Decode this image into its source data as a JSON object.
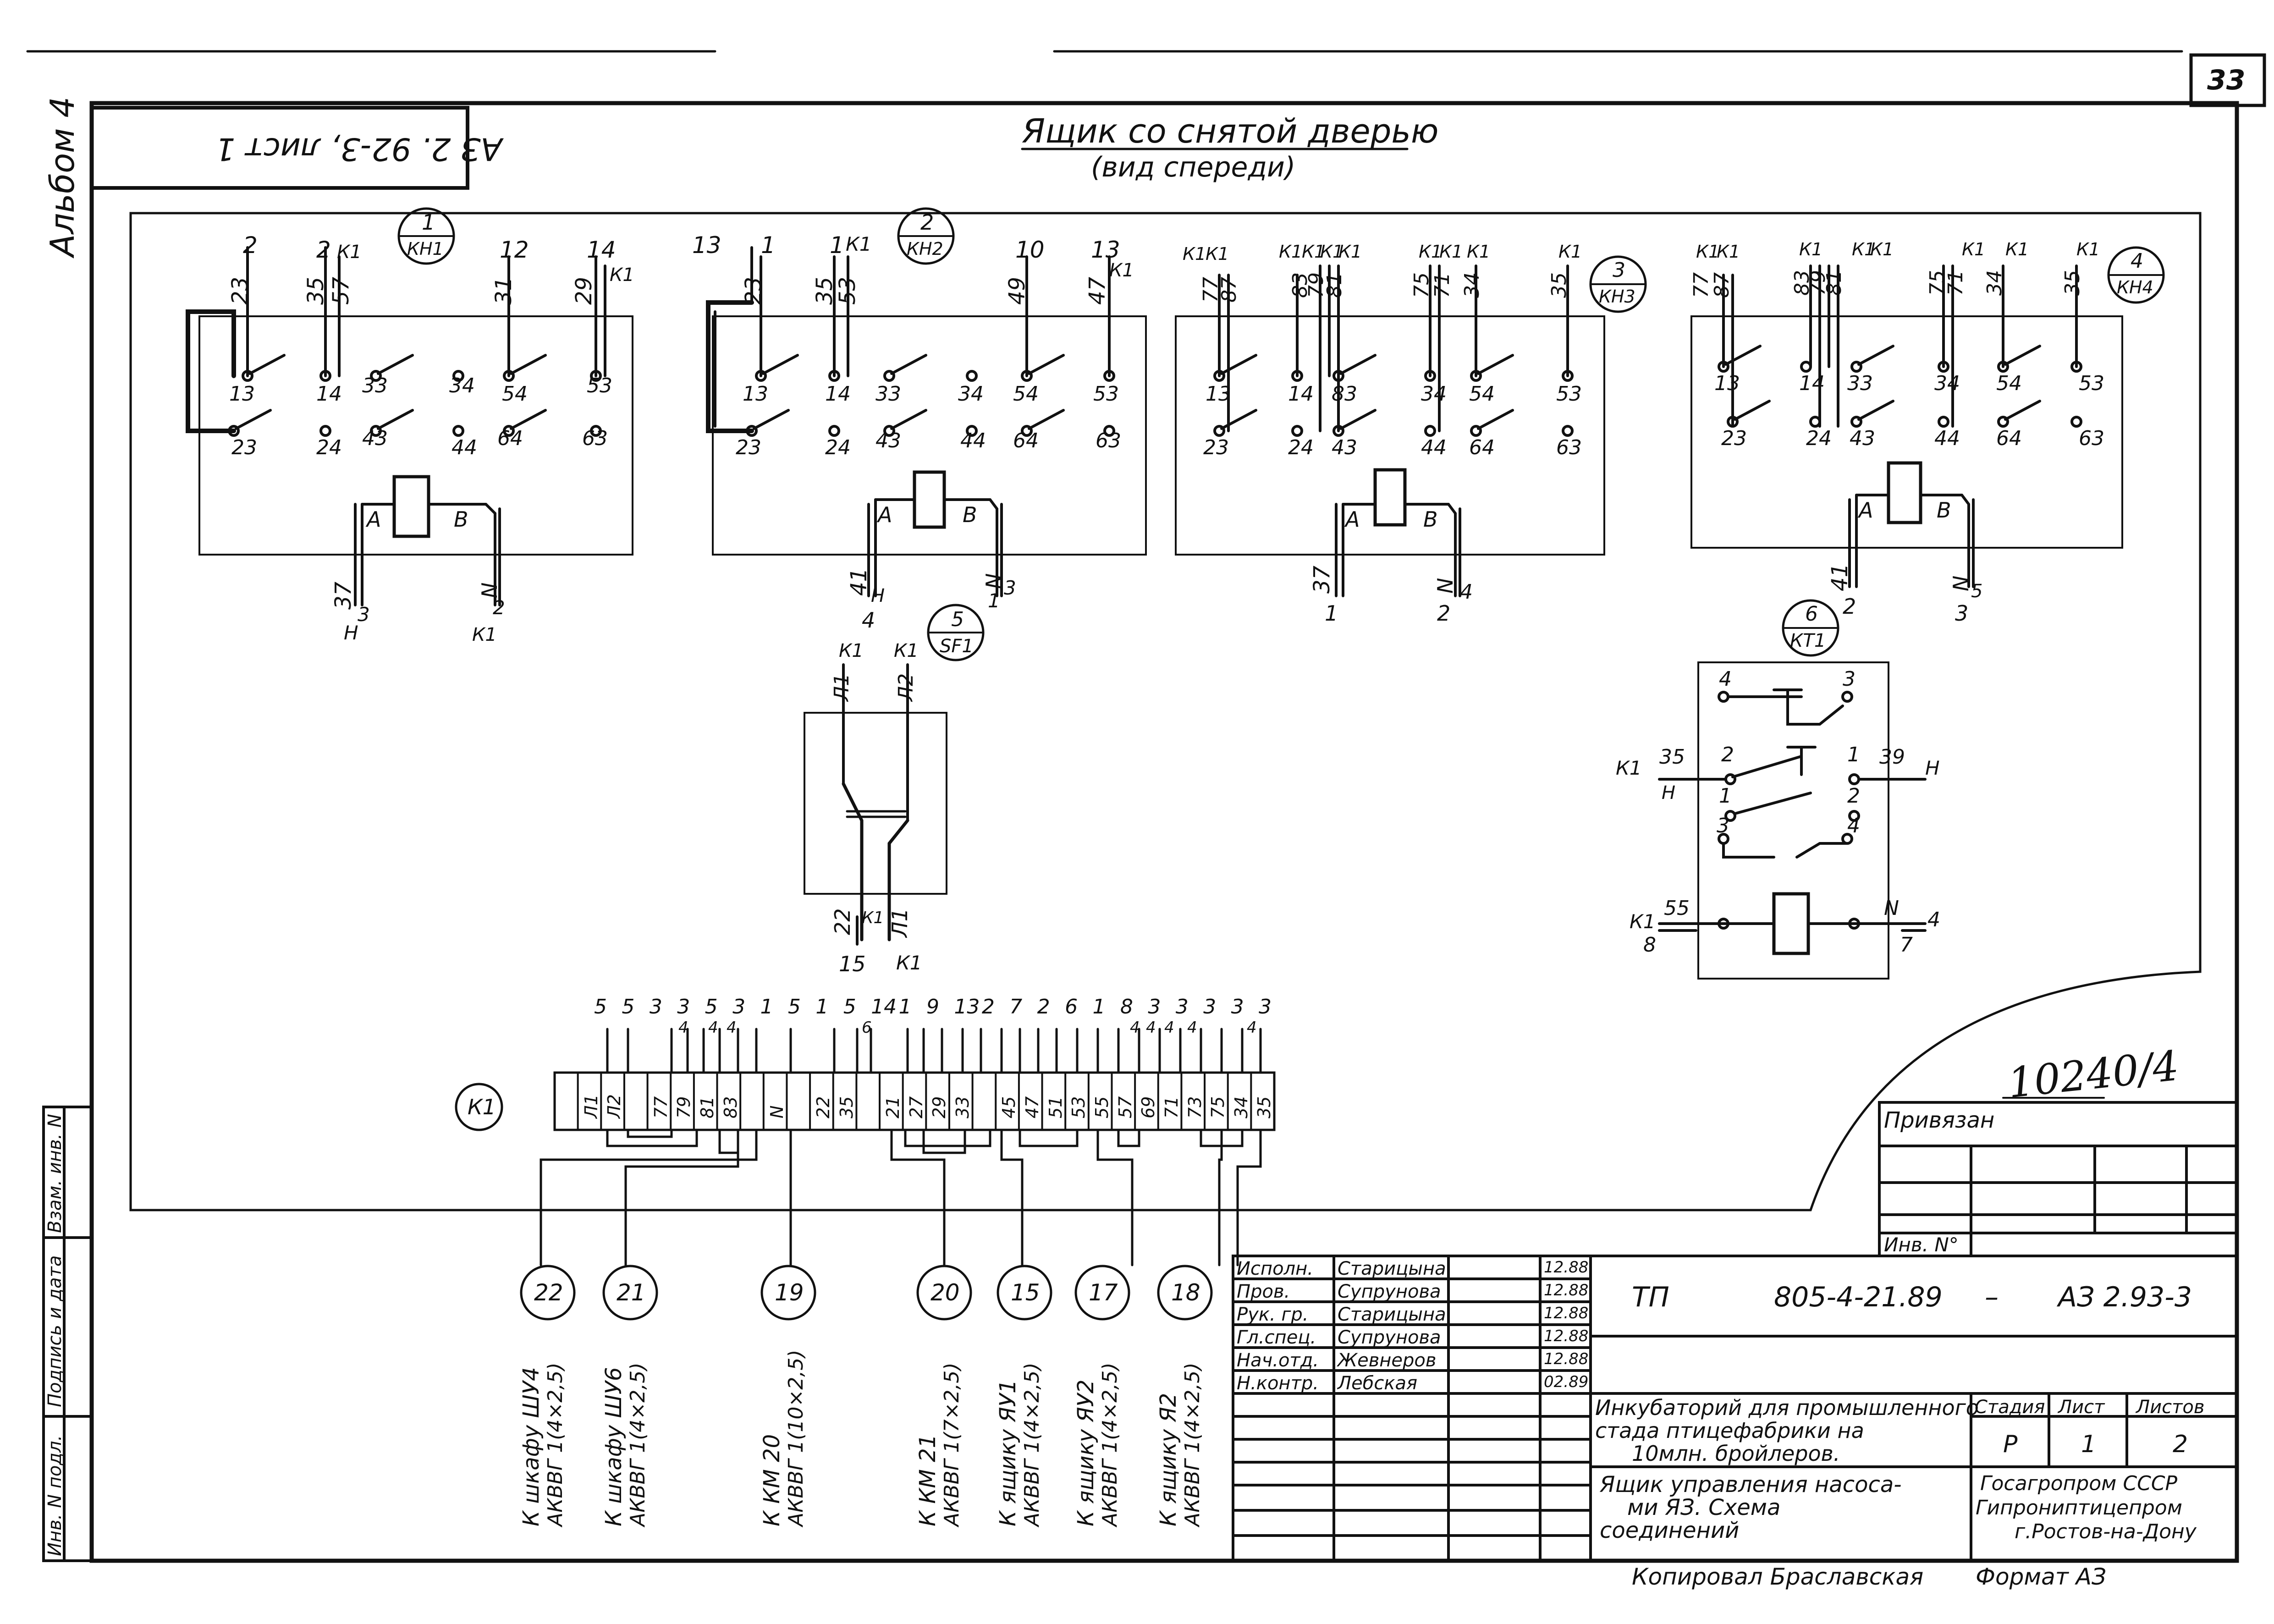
{
  "page_number": "33",
  "album": "Альбом 4",
  "sheet_ref_box": "АЗ 2. 92-3, лист 1",
  "title": {
    "line1": "Ящик со снятой дверью",
    "line2": "(вид спереди)"
  },
  "contactors": [
    {
      "id": "1",
      "name": "КН1",
      "top_wires": [
        "2",
        "2",
        "К1",
        "12",
        "14",
        "К1"
      ],
      "top_nums": [
        "23",
        "35",
        "57",
        "31",
        "29"
      ],
      "contacts_upper": [
        "13",
        "14",
        "33",
        "34",
        "54",
        "53"
      ],
      "contacts_lower": [
        "23",
        "24",
        "43",
        "44",
        "64",
        "63"
      ],
      "coil": [
        "А",
        "В"
      ],
      "bottom": [
        "37",
        "3",
        "Н",
        "N",
        "2",
        "К1"
      ]
    },
    {
      "id": "2",
      "name": "КН2",
      "top_wires": [
        "13",
        "1",
        "1",
        "К1",
        "10",
        "13",
        "К1"
      ],
      "top_nums": [
        "23",
        "35",
        "53",
        "49",
        "47"
      ],
      "contacts_upper": [
        "13",
        "14",
        "33",
        "34",
        "54",
        "53"
      ],
      "contacts_lower": [
        "23",
        "24",
        "43",
        "44",
        "64",
        "63"
      ],
      "coil": [
        "А",
        "В"
      ],
      "bottom": [
        "41",
        "Н",
        "4",
        "N",
        "1",
        "3"
      ]
    },
    {
      "id": "3",
      "name": "КН3",
      "top_wires": [
        "К1",
        "К1",
        "К1",
        "К1",
        "К1",
        "К1",
        "К1",
        "К1",
        "К1",
        "К1"
      ],
      "top_nums": [
        "77",
        "87",
        "83",
        "79",
        "81",
        "75",
        "71",
        "34",
        "35"
      ],
      "contacts_upper": [
        "13",
        "14",
        "83",
        "34",
        "54",
        "53"
      ],
      "contacts_lower": [
        "23",
        "24",
        "43",
        "44",
        "64",
        "63"
      ],
      "coil": [
        "А",
        "В"
      ],
      "bottom": [
        "37",
        "1",
        "N",
        "4",
        "2"
      ]
    },
    {
      "id": "4",
      "name": "КН4",
      "top_wires": [
        "К1",
        "К1",
        "К1",
        "К1",
        "К1",
        "К1",
        "К1",
        "К1"
      ],
      "top_nums": [
        "77",
        "87",
        "83",
        "79",
        "81",
        "75",
        "71",
        "34",
        "35"
      ],
      "contacts_upper": [
        "13",
        "14",
        "33",
        "34",
        "54",
        "53"
      ],
      "contacts_lower": [
        "23",
        "24",
        "43",
        "44",
        "64",
        "63"
      ],
      "coil": [
        "А",
        "В"
      ],
      "bottom": [
        "41",
        "2",
        "N",
        "3",
        "5"
      ]
    }
  ],
  "breaker": {
    "id": "5",
    "name": "SF1",
    "top": [
      "К1",
      "К1",
      "Л1",
      "Л2"
    ],
    "bottom": [
      "22",
      "К1",
      "Л1",
      "15",
      "К1"
    ]
  },
  "relay": {
    "id": "6",
    "name": "КТ1",
    "pins": [
      "4",
      "3",
      "2",
      "1",
      "1",
      "2",
      "3",
      "4"
    ],
    "left_wires": [
      "К1",
      "35",
      "Н",
      "К1",
      "55",
      "8"
    ],
    "right_wires": [
      "39",
      "Н",
      "N",
      "4",
      "7"
    ]
  },
  "terminal_block": {
    "label": "К1",
    "top_nums": [
      "5",
      "5",
      "3",
      "3",
      "5",
      "3",
      "1",
      "5",
      "1",
      "5",
      "14",
      "1",
      "9",
      "13",
      "2",
      "7",
      "2",
      "6",
      "1",
      "8",
      "3",
      "3",
      "3",
      "3",
      "3"
    ],
    "top_small": [
      "4",
      "4",
      "4",
      "6",
      "4",
      "4",
      "4",
      "4",
      "4"
    ],
    "cells": [
      "",
      "Л1",
      "Л2",
      "",
      "77",
      "79",
      "81",
      "83",
      "",
      "N",
      "",
      "22",
      "35",
      "",
      "21",
      "27",
      "29",
      "33",
      "",
      "45",
      "47",
      "51",
      "53",
      "55",
      "57",
      "69",
      "71",
      "73",
      "75",
      "34",
      "35"
    ]
  },
  "cables": [
    {
      "num": "22",
      "dest": "К шкафу ШУ4",
      "cable": "АКВВГ 1(4×2,5)"
    },
    {
      "num": "21",
      "dest": "К шкафу ШУ6",
      "cable": "АКВВГ 1(4×2,5)"
    },
    {
      "num": "19",
      "dest": "К КМ 20",
      "cable": "АКВВГ 1(10×2,5)"
    },
    {
      "num": "20",
      "dest": "К КМ 21",
      "cable": "АКВВГ 1(7×2,5)"
    },
    {
      "num": "15",
      "dest": "К ящику ЯУ1",
      "cable": "АКВВГ 1(4×2,5)"
    },
    {
      "num": "17",
      "dest": "К ящику ЯУ2",
      "cable": "АКВВГ 1(4×2,5)"
    },
    {
      "num": "18",
      "dest": "К ящику Я2",
      "cable": "АКВВГ 1(4×2,5)"
    }
  ],
  "handwritten_number": "10240/4",
  "side_stamp": [
    "Инв. N подл.",
    "Подпись и дата",
    "Взам. инв. N"
  ],
  "title_block": {
    "privyazan": "Привязан",
    "inv_no": "Инв. N°",
    "roles": [
      {
        "role": "Исполн.",
        "name": "Старицына",
        "date": "12.88"
      },
      {
        "role": "Пров.",
        "name": "Супрунова",
        "date": "12.88"
      },
      {
        "role": "Рук. гр.",
        "name": "Старицына",
        "date": "12.88"
      },
      {
        "role": "Гл.спец.",
        "name": "Супрунова",
        "date": "12.88"
      },
      {
        "role": "Нач.отд.",
        "name": "Жевнеров",
        "date": "12.88"
      },
      {
        "role": "Н.контр.",
        "name": "Лебская",
        "date": "02.89"
      }
    ],
    "doc_code_prefix": "ТП",
    "doc_code": "805-4-21.89",
    "doc_code_dash": "–",
    "doc_code_suffix": "АЗ 2.93-3",
    "project_title": [
      "Инкубаторий для промышленного",
      "стада птицефабрики на",
      "10млн. бройлеров."
    ],
    "drawing_title": [
      "Ящик управления насоса-",
      "ми ЯЗ. Схема",
      "соединений"
    ],
    "stage_label": "Стадия",
    "sheet_label": "Лист",
    "sheets_label": "Листов",
    "stage": "Р",
    "sheet": "1",
    "sheets": "2",
    "org": [
      "Госагропром СССР",
      "Гипрониптицепром",
      "г.Ростов-на-Дону"
    ]
  },
  "copied_by": "Копировал Браславская",
  "format": "Формат АЗ"
}
